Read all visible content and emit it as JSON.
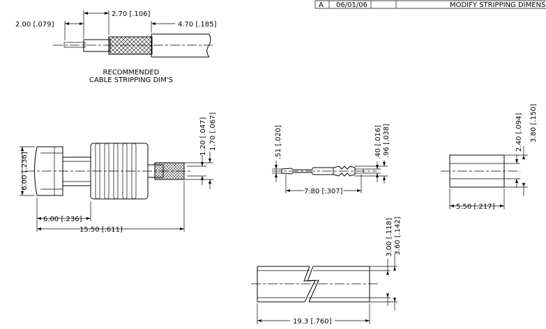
{
  "revision_table": {
    "rev": "A",
    "date": "06/01/06",
    "description": "MODIFY STRIPPING DIMENSION"
  },
  "stripping": {
    "dim_a": "2.00 [.079]",
    "dim_b": "2.70 [.106]",
    "dim_c": "4.70 [.185]",
    "caption_line1": "RECOMMENDED",
    "caption_line2": "CABLE STRIPPING DIM'S"
  },
  "connector": {
    "dim_height": "6.00 [.236]",
    "dim_body": "6.00 [.236]",
    "dim_length": "15.50 [.611]",
    "dim_v1": "1.20 [.047]",
    "dim_v2": "1.70 [.067]"
  },
  "pin": {
    "dim_tip": ".51 [.020]",
    "dim_v1": ".40 [.016]",
    "dim_v2": ".96 [.038]",
    "dim_length": "7.80 [.307]"
  },
  "ferrule": {
    "dim_v1": "2.40 [.094]",
    "dim_v2": "3.80 [.150]",
    "dim_length": "5.50 [.217]"
  },
  "sleeve": {
    "dim_v1": "3.00 [.118]",
    "dim_v2": "3.60 [.142]",
    "dim_length": "19.3 [.760]"
  }
}
